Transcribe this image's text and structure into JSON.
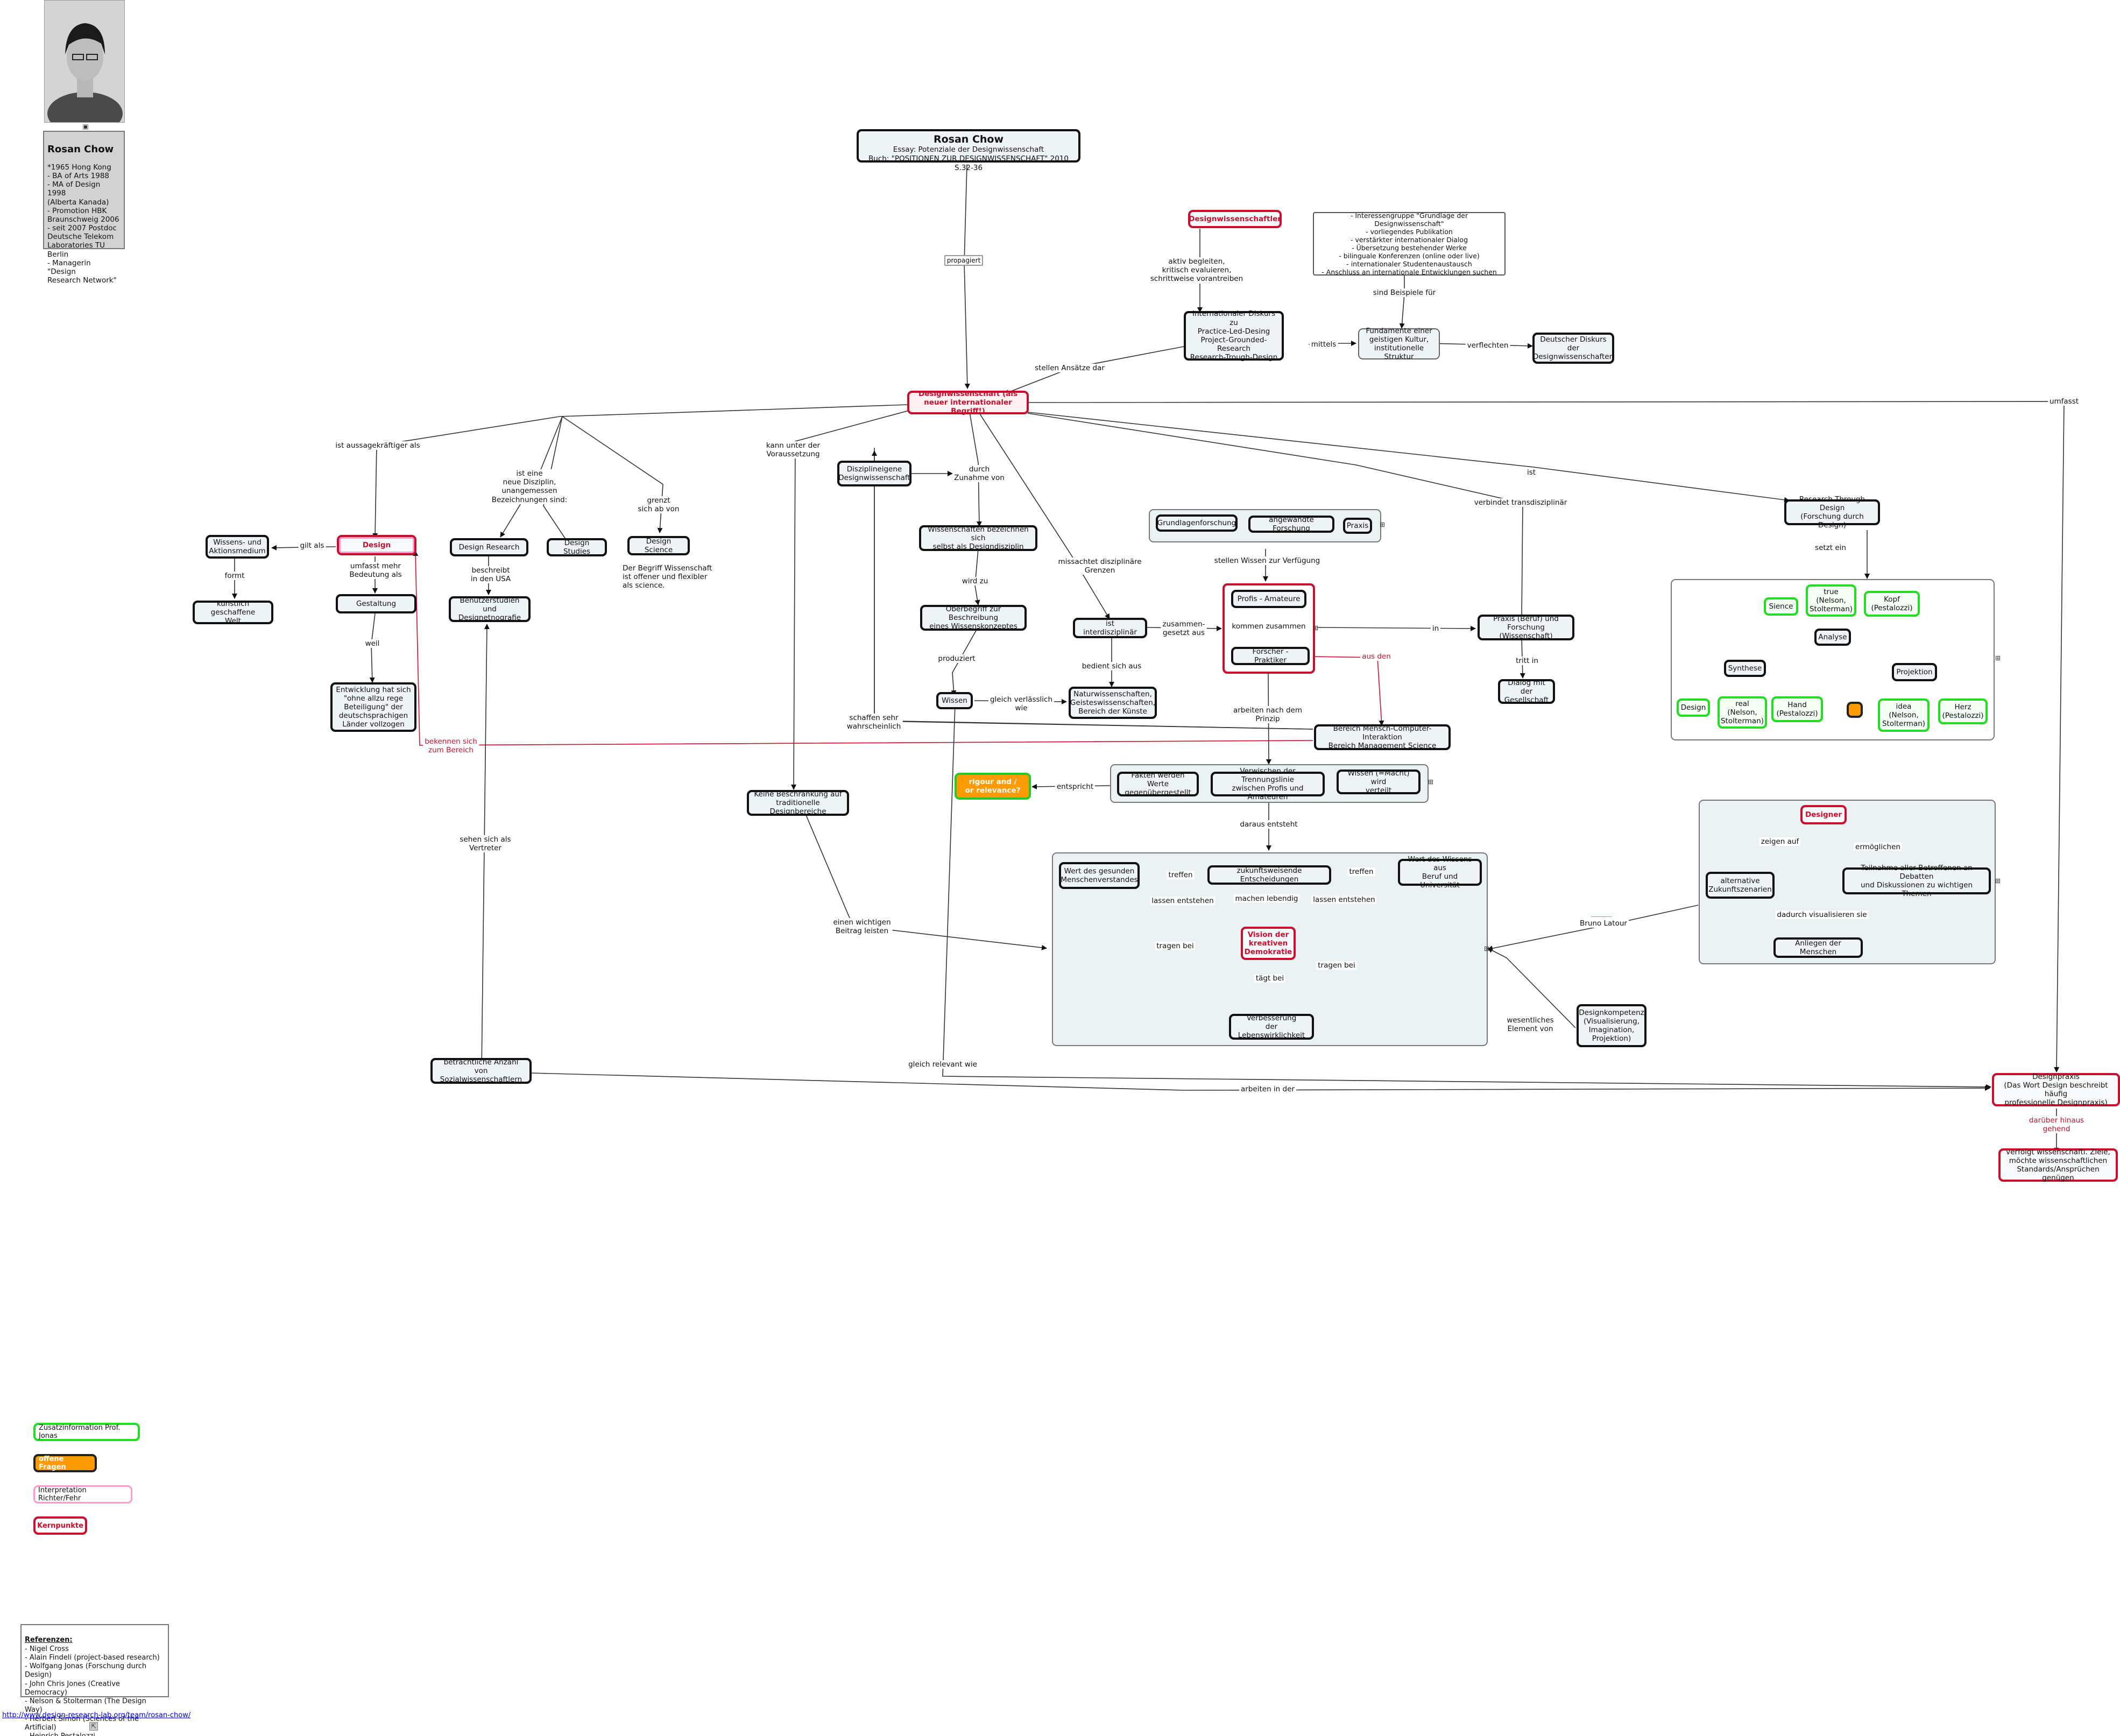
{
  "person": {
    "bio_name": "Rosan Chow",
    "bio_lines": "*1965 Hong Kong\n- BA of Arts 1988\n- MA of Design 1998\n  (Alberta Kanada)\n- Promotion HBK\n  Braunschweig 2006\n- seit 2007 Postdoc\n  Deutsche Telekom\n  Laboratories TU Berlin\n- Managerin \"Design\n  Research Network\""
  },
  "header": {
    "title": "Rosan Chow",
    "line1": "Essay: Potenziale der Designwissenschaft",
    "line2": "Buch: \"POSITIONEN ZUR DESIGNWISSENSCHAFT\" 2010 S.32-36"
  },
  "nodes": {
    "designwissenschaft": "Designwissenschaft (als neuer internationaler Begriff!)",
    "designwissenschaftler": "Designwissenschaftler",
    "internationaler_diskurs": "Internationaler Diskurs\nzu\nPractice-Led-Desing\nProject-Grounded-Research\nResearch-Trough-Design",
    "interessengruppe": "- Interessengruppe \"Grundlage der Designwissenschaft\"\n- vorliegendes Publikation\n- verstärkter internationaler Dialog\n- Übersetzung bestehender Werke\n- bilinguale Konferenzen (online oder live)\n- internationaler Studentenaustausch\n- Anschluss an internationale Entwicklungen suchen",
    "fundamente": "Fundamente einer\ngeistigen Kultur,\ninstitutionelle Struktur",
    "deutscher_diskurs": "Deutscher Diskurs\nder\nDesignwissenschaften",
    "wissens_aktionsmedium": "Wissens- und\nAktionsmedium",
    "design": "Design",
    "kuenstlich": "künstlich geschaffene\nWelt",
    "gestaltung": "Gestaltung",
    "entwicklung": "Entwicklung hat sich\n\"ohne allzu rege\nBeteiligung\" der\ndeutschsprachigen\nLänder vollzogen",
    "design_research": "Design Research",
    "design_studies": "Design Studies",
    "design_science": "Design Science",
    "benutzerstudien": "Benutzerstudien\nund Designetnografie",
    "design_science_note": "Der Begriff Wissenschaft\nist offener und flexibler\nals science.",
    "disziplineigene": "Disziplineigene\nDesignwissenschaft",
    "wissenschaften_bezeichnen": "Wissenschaften bezeichnen sich\nselbst als Designdisziplin",
    "oberbegriff": "Oberbegriff zur Beschreibung\neines Wissenskonzeptes",
    "wissen": "Wissen",
    "naturwissenschaften": "Naturwissenschaften,\nGeisteswissenschaften,\nBereich der Künste",
    "ist_interdisziplinaer": "ist interdisziplinär",
    "grundlagenforschung": "Grundlagenforschung",
    "angewandte_forschung": "angewandte Forschung",
    "praxis": "Praxis",
    "profis_amateure": "Profis - Amateure",
    "forscher_praktiker": "Forscher - Praktiker",
    "praxis_beruf": "Praxis (Beruf) und\nForschung (Wissenschaft)",
    "dialog": "Dialog mit der\nGesellschaft",
    "research_through_design": "Research Through Design\n(Forschung durch Design)",
    "true_nelson": "true\n(Nelson,\nStolterman)",
    "kopf": "Kopf\n(Pestalozzi)",
    "sience": "Sience",
    "analyse": "Analyse",
    "synthese": "Synthese",
    "projektion": "Projektion",
    "design_small": "Design",
    "real": "real\n(Nelson,\nStolterman)",
    "hand": "Hand\n(Pestalozzi)",
    "idea": "idea\n(Nelson,\nStolterman)",
    "herz": "Herz\n(Pestalozzi)",
    "mensch_computer": "Bereich Mensch-Computer-Interaktion\nBereich Management Science",
    "rigour": "rigour and /\nor relevance?",
    "keine_beschraenkung": "Keine Beschränkung auf\ntraditionelle Designbereiche",
    "fakten": "Fakten werden Werte\ngegenübergestellt",
    "verwischen": "Verwischen der Trennungslinie\nzwischen Profis und Amateuren",
    "wissen_macht": "Wissen (=Macht) wird\nverteilt",
    "designer": "Designer",
    "alternative": "alternative\nZukunftszenarien",
    "teilnahme": "Teilnahme aller Betroffenen an Debatten\nund Diskussionen zu wichtigen Themen",
    "anliegen": "Anliegen der Menschen",
    "wert_gesunden": "Wert des gesunden\nMenschenverstandes",
    "zukunftsweisende": "zukunftsweisende Entscheidungen",
    "wert_wissens": "Wert des Wissens aus\nBeruf und Universität",
    "vision": "Vision der\nkreativen\nDemokratie",
    "verbesserung": "Verbesserung\nder Lebenswirklichkeit",
    "designkompetenz": "Designkompetenz\n(Visualisierung,\nImagination,\nProjektion)",
    "betraechtliche": "beträchtliche Anzahl\nvon Sozialwissenschaftlern",
    "designpraxis": "Designpraxis\n(Das Wort Design beschreibt häufig\nprofessionelle Designpraxis)",
    "verfolgt": "verfolgt wissenschaftl. Ziele,\nmöchte wissenschaftlichen\nStandards/Ansprüchen genügen"
  },
  "labels": {
    "propagiert": "propagiert",
    "aktiv": "aktiv begleiten,\nkritisch evaluieren,\nschrittweise vorantreiben",
    "sind_beispiele": "sind Beispiele für",
    "mittels": "mittels",
    "verflechten": "verflechten",
    "stellen_ansaetze": "stellen Ansätze dar",
    "umfasst": "umfasst",
    "ist_aussagekraeftiger": "ist aussagekräftiger als",
    "gilt_als": "gilt als",
    "formt": "formt",
    "umfasst_mehr": "umfasst mehr\nBedeutung als",
    "weil": "weil",
    "neue_disziplin": "ist eine\nneue Disziplin,\nunangemessen\nBezeichnungen sind:",
    "grenzt": "grenzt\nsich ab von",
    "beschreibt": "beschreibt\nin den USA",
    "sehen_sich": "sehen sich als\nVertreter",
    "bekennen": "bekennen sich\nzum Bereich",
    "kann_unter": "kann unter der\nVoraussetzung",
    "durch_zunahme": "durch\nZunahme von",
    "wird_zu": "wird zu",
    "produziert": "produziert",
    "gleich_verlaesslich": "gleich verlässlich\nwie",
    "schaffen_sehr": "schaffen sehr\nwahrscheinlich",
    "missachtet": "missachtet disziplinäre\nGrenzen",
    "bedient": "bedient sich aus",
    "zusammen_gesetzt": "zusammen-\ngesetzt aus",
    "stellen_wissen": "stellen Wissen zur Verfügung",
    "kommen_zusammen": "kommen zusammen",
    "in": "in",
    "aus_den": "aus den",
    "arbeiten_nach": "arbeiten nach dem\nPrinzip",
    "verbindet": "verbindet transdisziplinär",
    "tritt_in": "tritt in",
    "ist": "ist",
    "setzt_ein": "setzt ein",
    "entspricht": "entspricht",
    "daraus": "daraus entsteht",
    "einen_wichtigen": "einen wichtigen\nBeitrag leisten",
    "treffen1": "treffen",
    "treffen2": "treffen",
    "lassen1": "lassen entstehen",
    "machen": "machen lebendig",
    "lassen2": "lassen entstehen",
    "tragen1": "tragen bei",
    "tragen2": "tragen bei",
    "taegt": "tägt bei",
    "zeigen": "zeigen auf",
    "ermoeglichen": "ermöglichen",
    "dadurch": "dadurch visualisieren sie",
    "bruno": "Bruno Latour",
    "wesentliches": "wesentliches\nElement von",
    "gleich_relevant": "gleich relevant wie",
    "arbeiten_in": "arbeiten in der",
    "darueber": "darüber hinaus gehend"
  },
  "legend": {
    "green": "Zusatzinformation Prof. Jonas",
    "orange": "offene Fragen",
    "pink": "Interpretation Richter/Fehr",
    "red": "Kernpunkte"
  },
  "references": {
    "heading": "Referenzen:",
    "items": "- Nigel Cross\n- Alain Findeli (project-based research)\n- Wolfgang Jonas (Forschung durch Design)\n- John Chris Jones (Creative Democracy)\n- Nelson & Stolterman (The Design Way)\n- Herbert Simon (Sciences of the Artificial)\n- Heinrich Pestalozzi\n- Bruno Latour"
  },
  "url": "http://www.design-research-lab.org/team/rosan-chow/",
  "colors": {
    "core_red": "#c8102e",
    "jonas_green": "#22dd22",
    "question_orange": "#ff9a00",
    "interpretation_pink": "#ff99cc",
    "node_fill": "#eef3f5",
    "link_cyan": "#22c8d8"
  }
}
